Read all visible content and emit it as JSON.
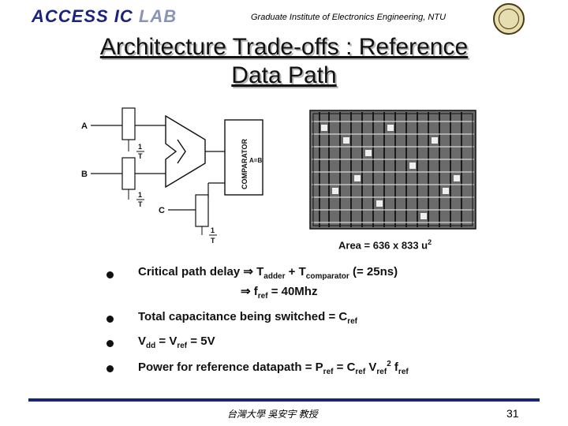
{
  "header": {
    "lab_main": "ACCESS IC ",
    "lab_dim": "LAB",
    "institute": "Graduate Institute of Electronics Engineering, NTU"
  },
  "title": {
    "line1": "Architecture Trade-offs : Reference",
    "line2": "Data Path"
  },
  "schematic": {
    "input_a": "A",
    "input_b": "B",
    "input_c": "C",
    "clock_num": "1",
    "clock_den": "T",
    "comparator_label": "COMPARATOR",
    "comparator_out": "A=B"
  },
  "layout_area": {
    "prefix": "Area = 636 x 833 u",
    "exp": "2"
  },
  "bullets": {
    "b1": {
      "main": "Critical path delay ⇒ T",
      "sub1": "adder",
      "mid": " + T",
      "sub2": "comparator",
      "tail": " (= 25ns)"
    },
    "b1_cont": {
      "main": "⇒ f",
      "sub": "ref",
      "tail": " = 40Mhz"
    },
    "b2": {
      "main": "Total capacitance being switched = C",
      "sub": "ref"
    },
    "b3": {
      "v": "V",
      "sub1": "dd",
      "eq": " = V",
      "sub2": "ref",
      "tail": " = 5V"
    },
    "b4": {
      "main": "Power for reference datapath = P",
      "sub1": "ref",
      "eq": " = C",
      "sub2": "ref",
      "v": " V",
      "sub3": "ref",
      "exp": "2",
      "f": " f",
      "sub4": "ref"
    }
  },
  "footer": {
    "center": "台灣大學 吳安宇 教授",
    "page": "31"
  },
  "colors": {
    "lab_color": "#1a237e",
    "lab_dim_color": "#8a93b8",
    "footer_line": "#1a237e"
  }
}
